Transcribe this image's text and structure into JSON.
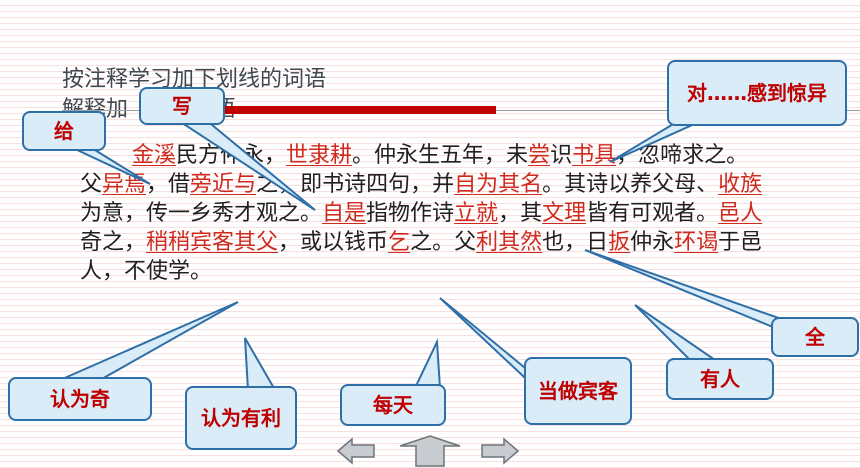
{
  "slide": {
    "title_line1": "按注释学习加下划线的词语",
    "title_line2": "解释加",
    "title_line2_end": "词语"
  },
  "passage": [
    {
      "text": "金溪",
      "u": true
    },
    {
      "text": "民方仲永，"
    },
    {
      "text": "世隶耕",
      "u": true
    },
    {
      "text": "。仲永生五年，未"
    },
    {
      "text": "尝",
      "u": true
    },
    {
      "text": "识"
    },
    {
      "text": "书具",
      "u": true
    },
    {
      "text": "，忽啼求之。父"
    },
    {
      "text": "异焉",
      "u": true
    },
    {
      "text": "，借"
    },
    {
      "text": "旁近",
      "u": true
    },
    {
      "text": "与",
      "u": true
    },
    {
      "text": "之，即书诗四句，并"
    },
    {
      "text": "自为其名",
      "u": true
    },
    {
      "text": "。其诗以养父母、"
    },
    {
      "text": "收族",
      "u": true
    },
    {
      "text": "为意，传一乡秀才观之。"
    },
    {
      "text": "自是",
      "u": true
    },
    {
      "text": "指物作诗"
    },
    {
      "text": "立就",
      "u": true
    },
    {
      "text": "，其"
    },
    {
      "text": "文理",
      "u": true
    },
    {
      "text": "皆有可观者。"
    },
    {
      "text": "邑人",
      "u": true
    },
    {
      "text": "奇之，"
    },
    {
      "text": "稍稍",
      "u": true
    },
    {
      "text": "宾客其父",
      "u": true
    },
    {
      "text": "，或以钱币"
    },
    {
      "text": "乞",
      "u": true
    },
    {
      "text": "之。父"
    },
    {
      "text": "利其然",
      "u": true
    },
    {
      "text": "也，日"
    },
    {
      "text": "扳",
      "u": true
    },
    {
      "text": "仲永"
    },
    {
      "text": "环谒",
      "u": true
    },
    {
      "text": "于邑人，不使学。"
    }
  ],
  "callouts": {
    "gei": "给",
    "xie": "写",
    "dui_gandao_jingyi": "对……感到惊异",
    "quan": "全",
    "you_ren": "有人",
    "dangzuo_binke": "当做宾客",
    "meitian": "每天",
    "renwei_youli": "认为有利",
    "renwei_qi": "认为奇"
  },
  "nav": {
    "prev": "previous-arrow",
    "home": "home-arrow",
    "next": "next-arrow"
  },
  "colors": {
    "callout_fill": "#d9ecf7",
    "callout_border": "#2f6fa7",
    "callout_text": "#c00000",
    "underline_text": "#d02a1e",
    "title_text": "#404850",
    "accent_bar": "#c00000"
  }
}
